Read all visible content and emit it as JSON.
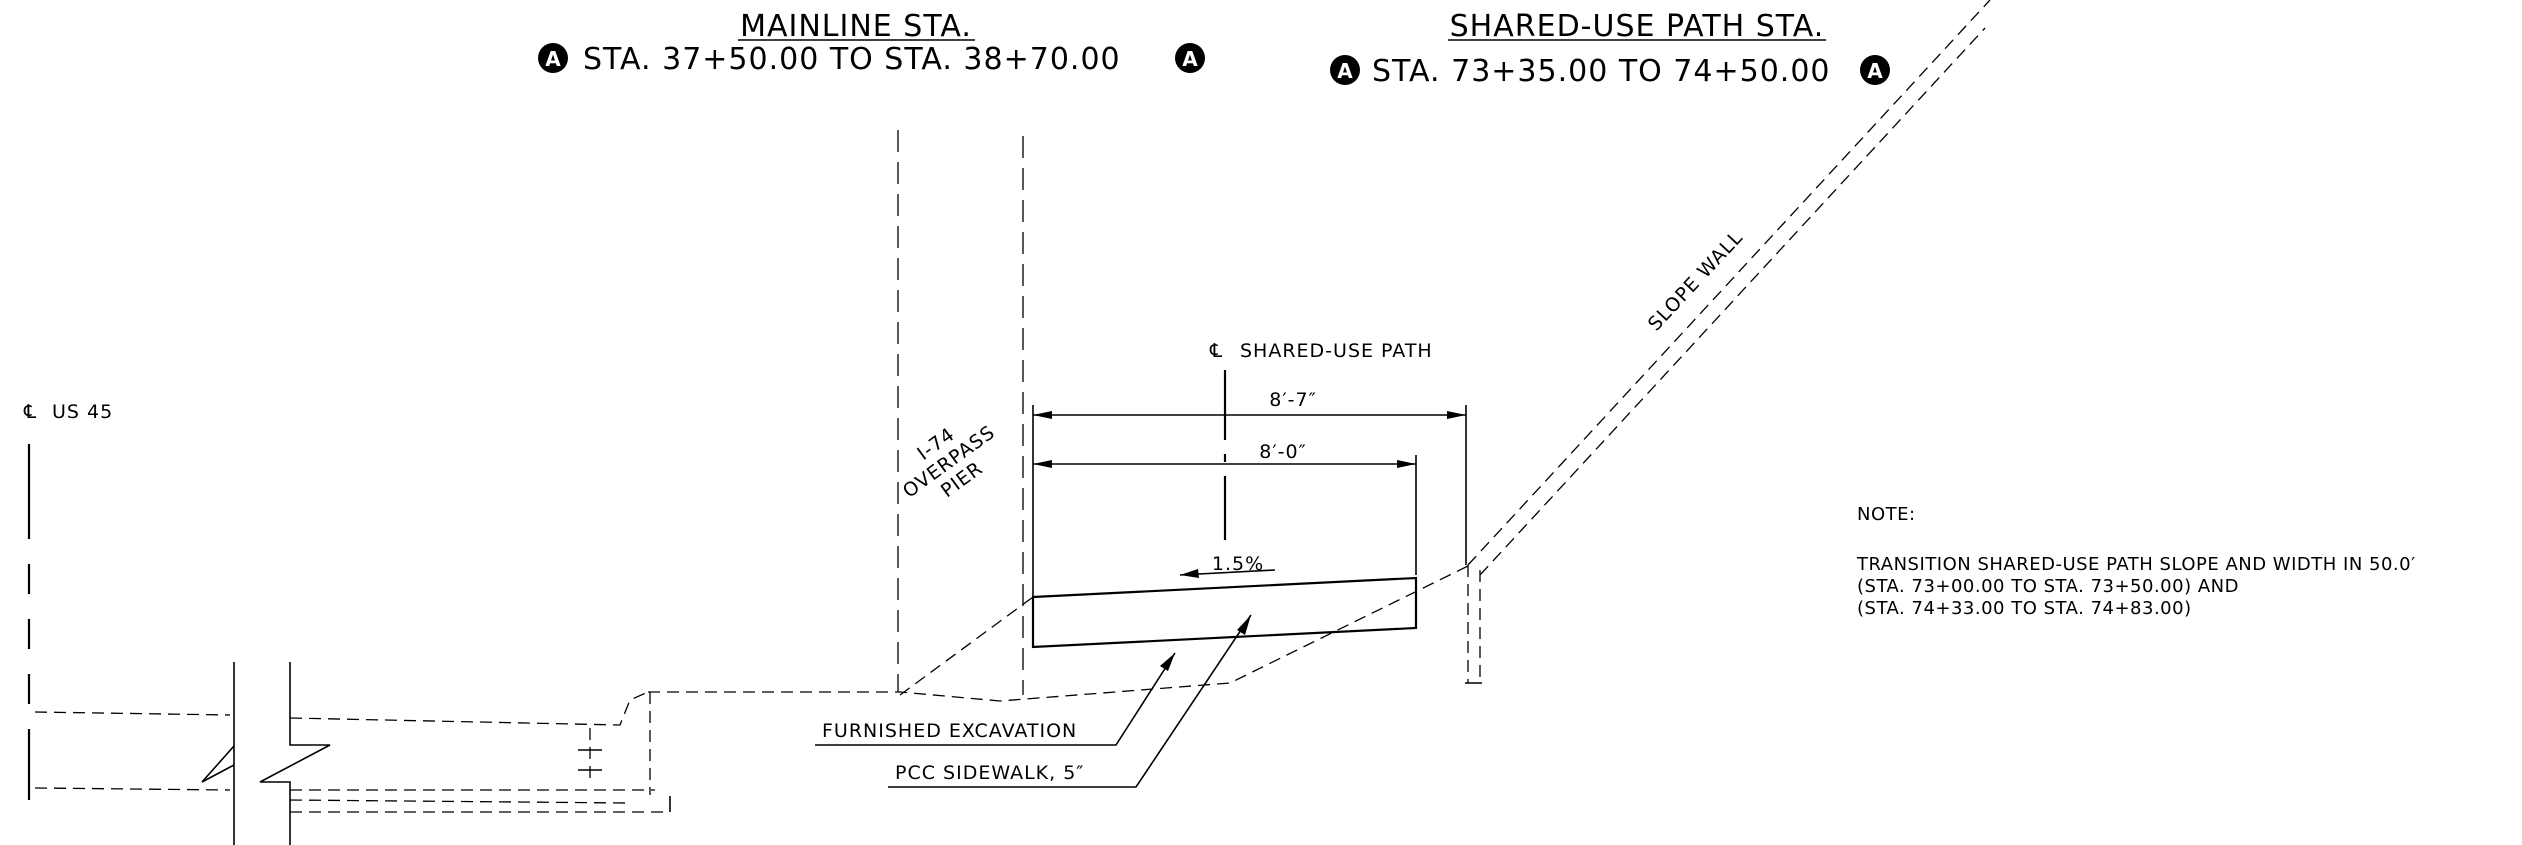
{
  "mainline": {
    "heading": "MAINLINE STA.",
    "marker_left": "A",
    "range": "STA.  37+50.00  TO  STA.  38+70.00",
    "marker_right": "A"
  },
  "path_station": {
    "heading": "SHARED-USE PATH STA.",
    "marker_left": "A",
    "range": "STA.  73+35.00  TO  74+50.00",
    "marker_right": "A"
  },
  "labels": {
    "centerline_symbol": "℄",
    "us45": "US 45",
    "shared_use_path": "SHARED-USE PATH",
    "slope_wall": "SLOPE WALL",
    "pier_line1": "I-74",
    "pier_line2": "OVERPASS",
    "pier_line3": "PIER",
    "dim_outer": "8′-7″",
    "dim_inner": "8′-0″",
    "slope": "1.5%",
    "furnished_excavation": "FURNISHED EXCAVATION",
    "pcc_sidewalk": "PCC SIDEWALK, 5″"
  },
  "note": {
    "heading": "NOTE:",
    "line1": "TRANSITION SHARED-USE PATH SLOPE AND WIDTH IN 50.0′",
    "line2": "(STA. 73+00.00 TO STA. 73+50.00) AND",
    "line3": "(STA. 74+33.00 TO STA. 74+83.00)"
  }
}
